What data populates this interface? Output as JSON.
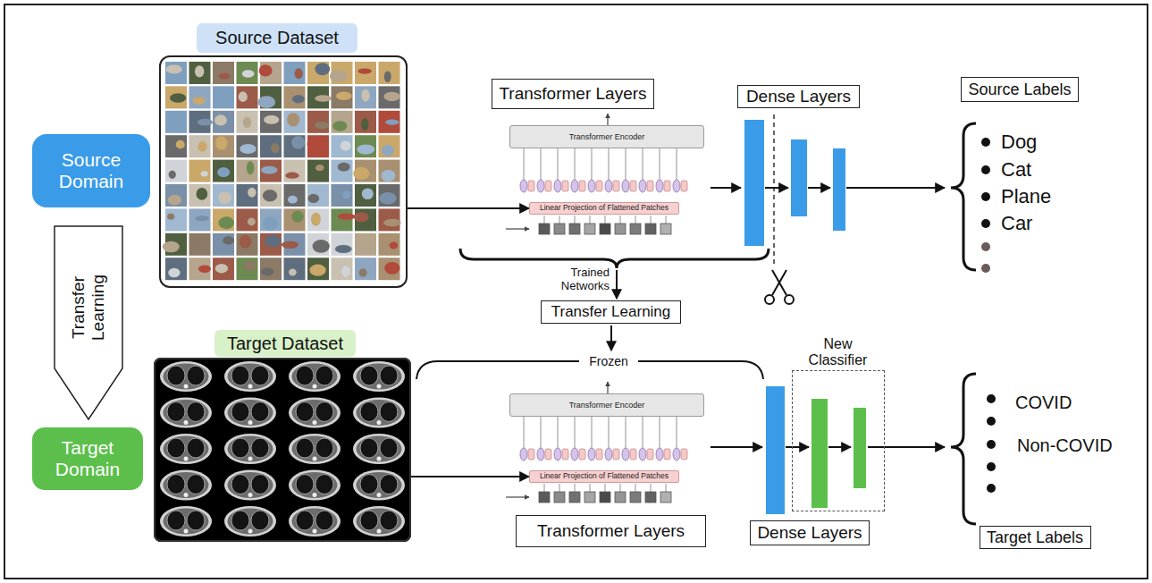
{
  "diagram": {
    "nodes": [
      {
        "text": [
          "Source Domain"
        ]
      },
      {
        "text": [
          "Source Dataset"
        ]
      },
      {
        "text": [
          "Transformer Layers"
        ]
      },
      {
        "text": [
          "Transformer Encoder"
        ]
      },
      {
        "text": [
          "Linear Projection of Flattened Patches"
        ]
      },
      {
        "text": [
          "Dense Layers"
        ]
      },
      {
        "text": [
          "Source Labels"
        ]
      },
      {
        "text": [
          "Transfer Learning"
        ]
      },
      {
        "text": [
          "Transfer Learning"
        ]
      },
      {
        "text": [
          "Target Domain"
        ]
      },
      {
        "text": [
          "Target Dataset"
        ]
      },
      {
        "text": [
          "Transformer Encoder"
        ]
      },
      {
        "text": [
          "Linear Projection of Flattened Patches"
        ]
      },
      {
        "text": [
          "Transformer Layers"
        ]
      },
      {
        "text": [
          "New Classifier"
        ]
      },
      {
        "text": [
          "Dense Layers"
        ]
      },
      {
        "text": [
          "Target Labels"
        ]
      }
    ],
    "edges": [
      {
        "from": 1,
        "to": 4,
        "arrow": "to"
      },
      {
        "from": 10,
        "to": 12,
        "arrow": "to"
      }
    ],
    "labels": [
      "Dog",
      "Cat",
      "Plane",
      "Car",
      "Trained Networks",
      "Frozen",
      "COVID",
      "Non-COVID"
    ]
  }
}
